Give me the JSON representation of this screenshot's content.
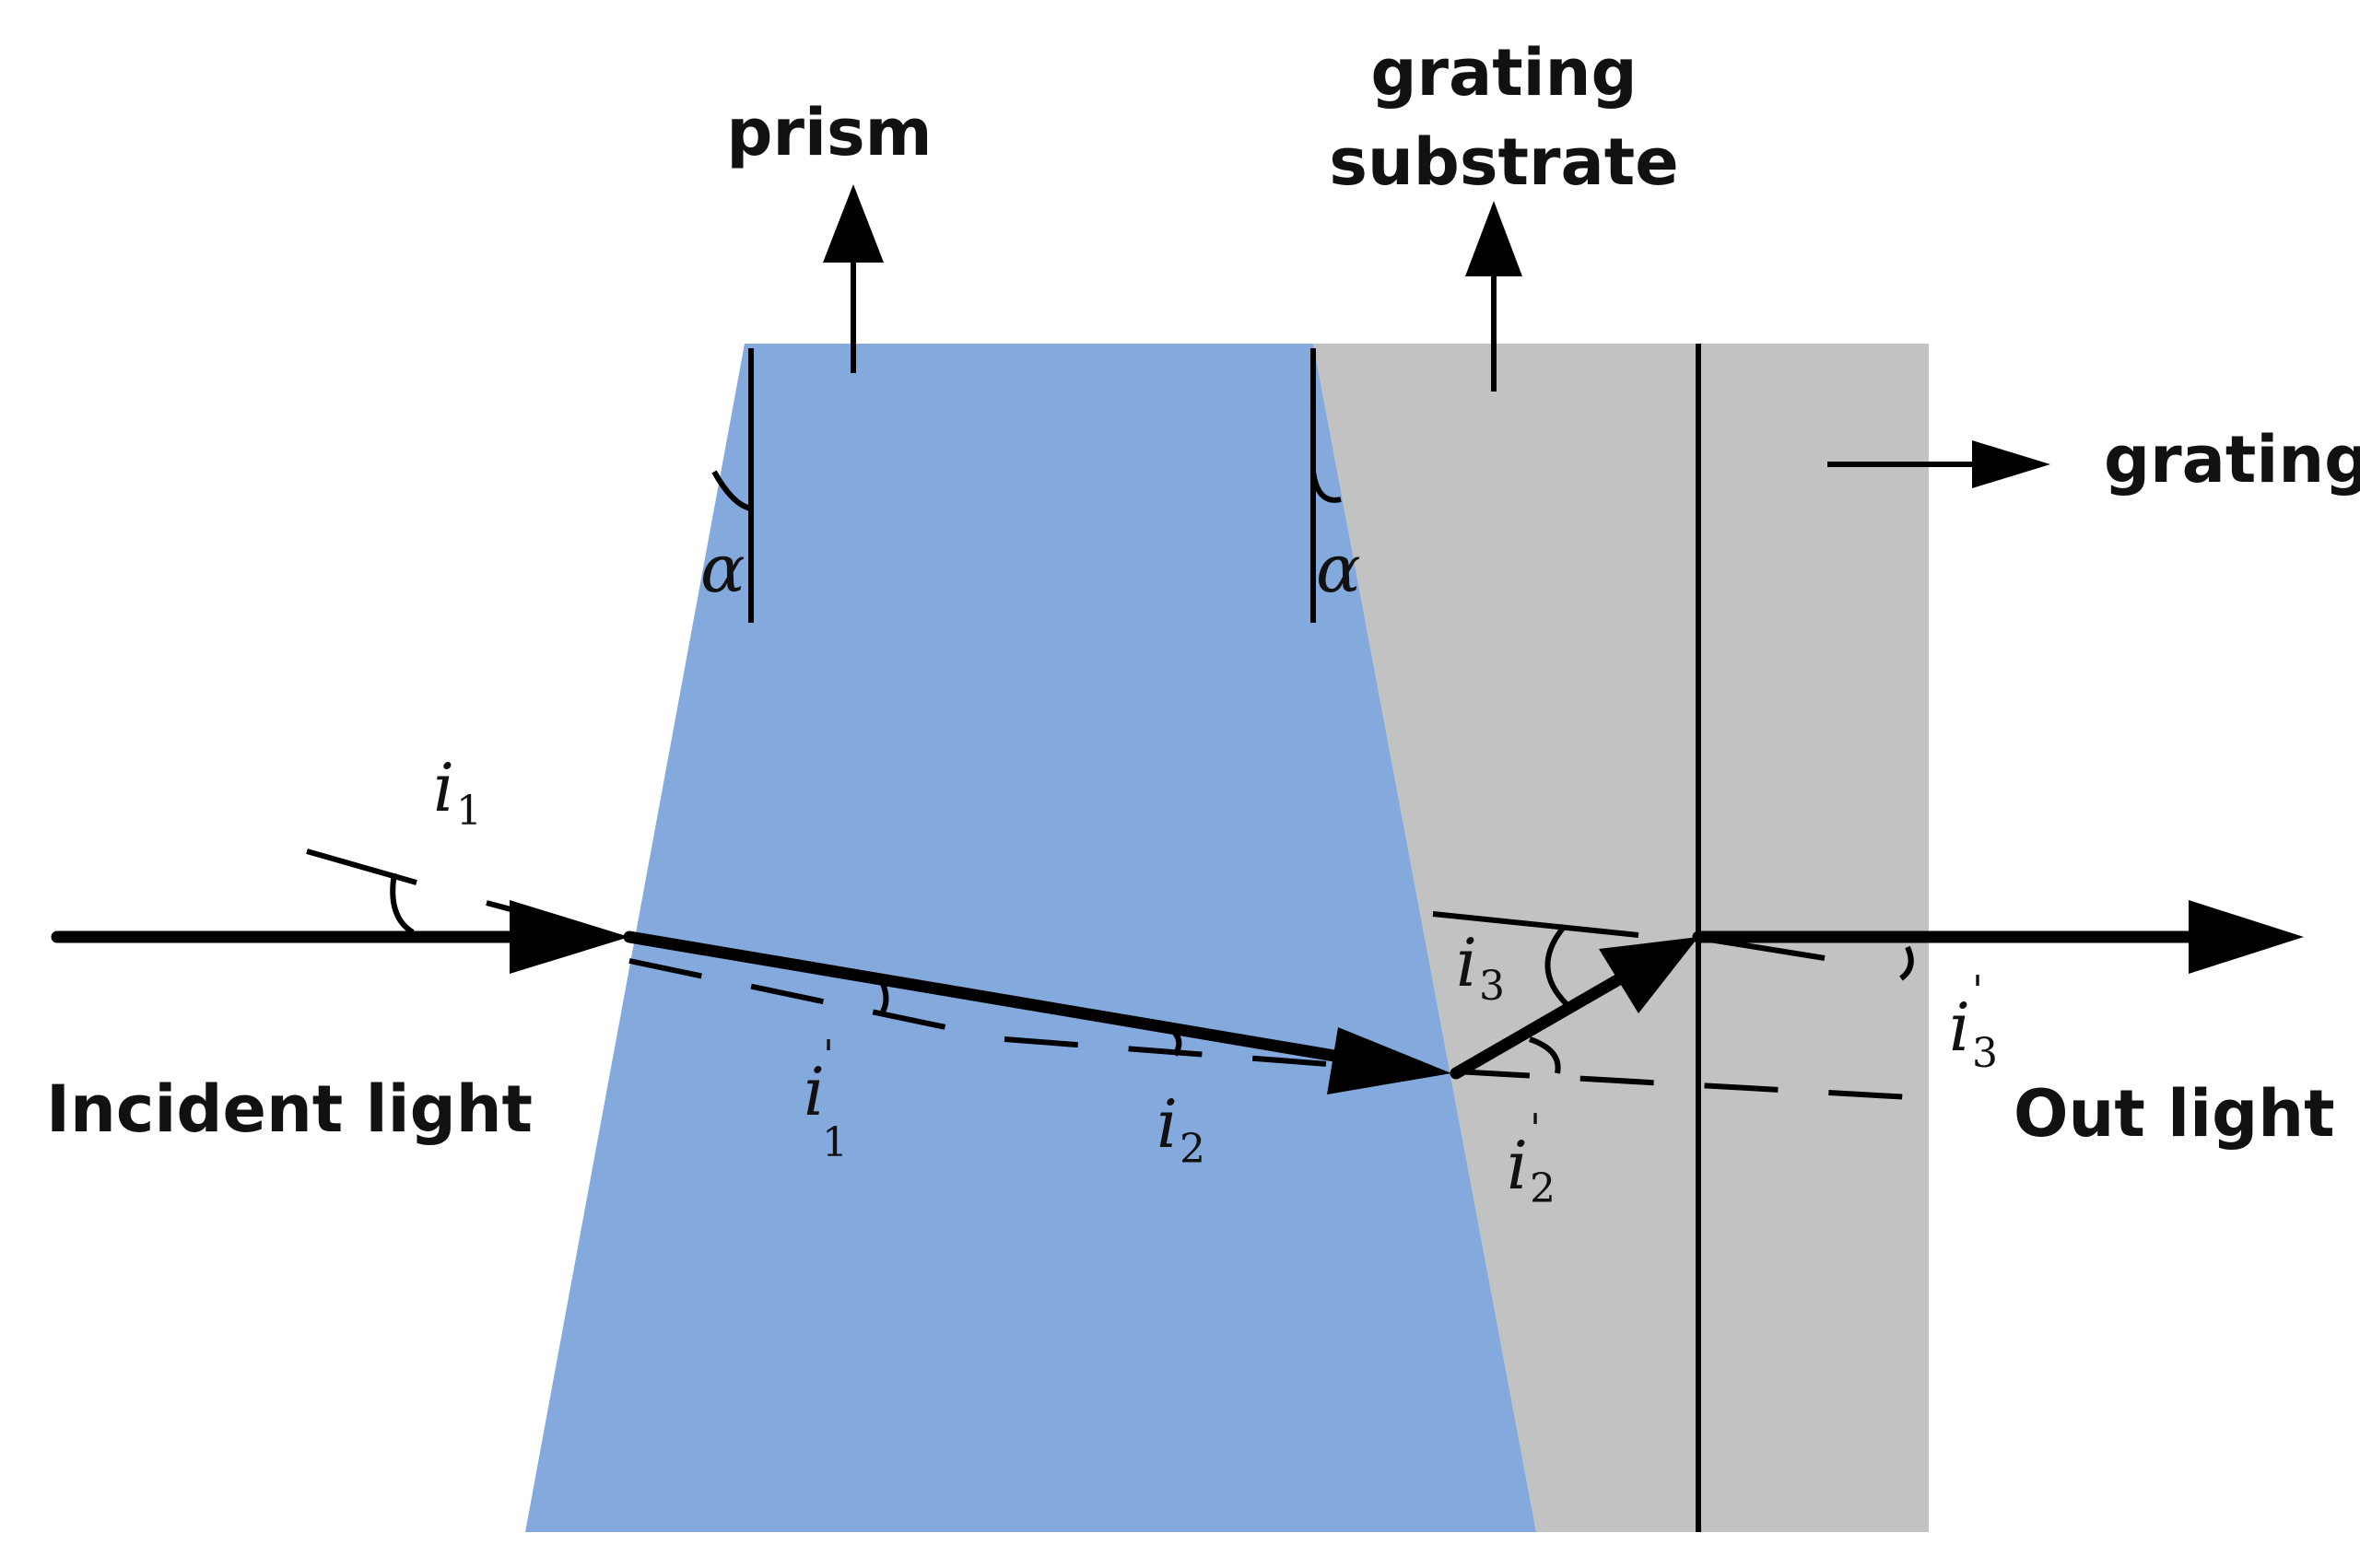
{
  "labels": {
    "prism": "prism",
    "grating_substrate_line1": "grating",
    "grating_substrate_line2": "substrate",
    "grating": "grating",
    "incident_light": "Incident light",
    "out_light": "Out light"
  },
  "symbols": {
    "alpha": "α",
    "i": "i",
    "sub1": "1",
    "sub2": "2",
    "sub3": "3",
    "prime": "'"
  },
  "colors": {
    "prism": "#84aadd",
    "substrate": "#c2c2c2",
    "ink": "#000000"
  }
}
